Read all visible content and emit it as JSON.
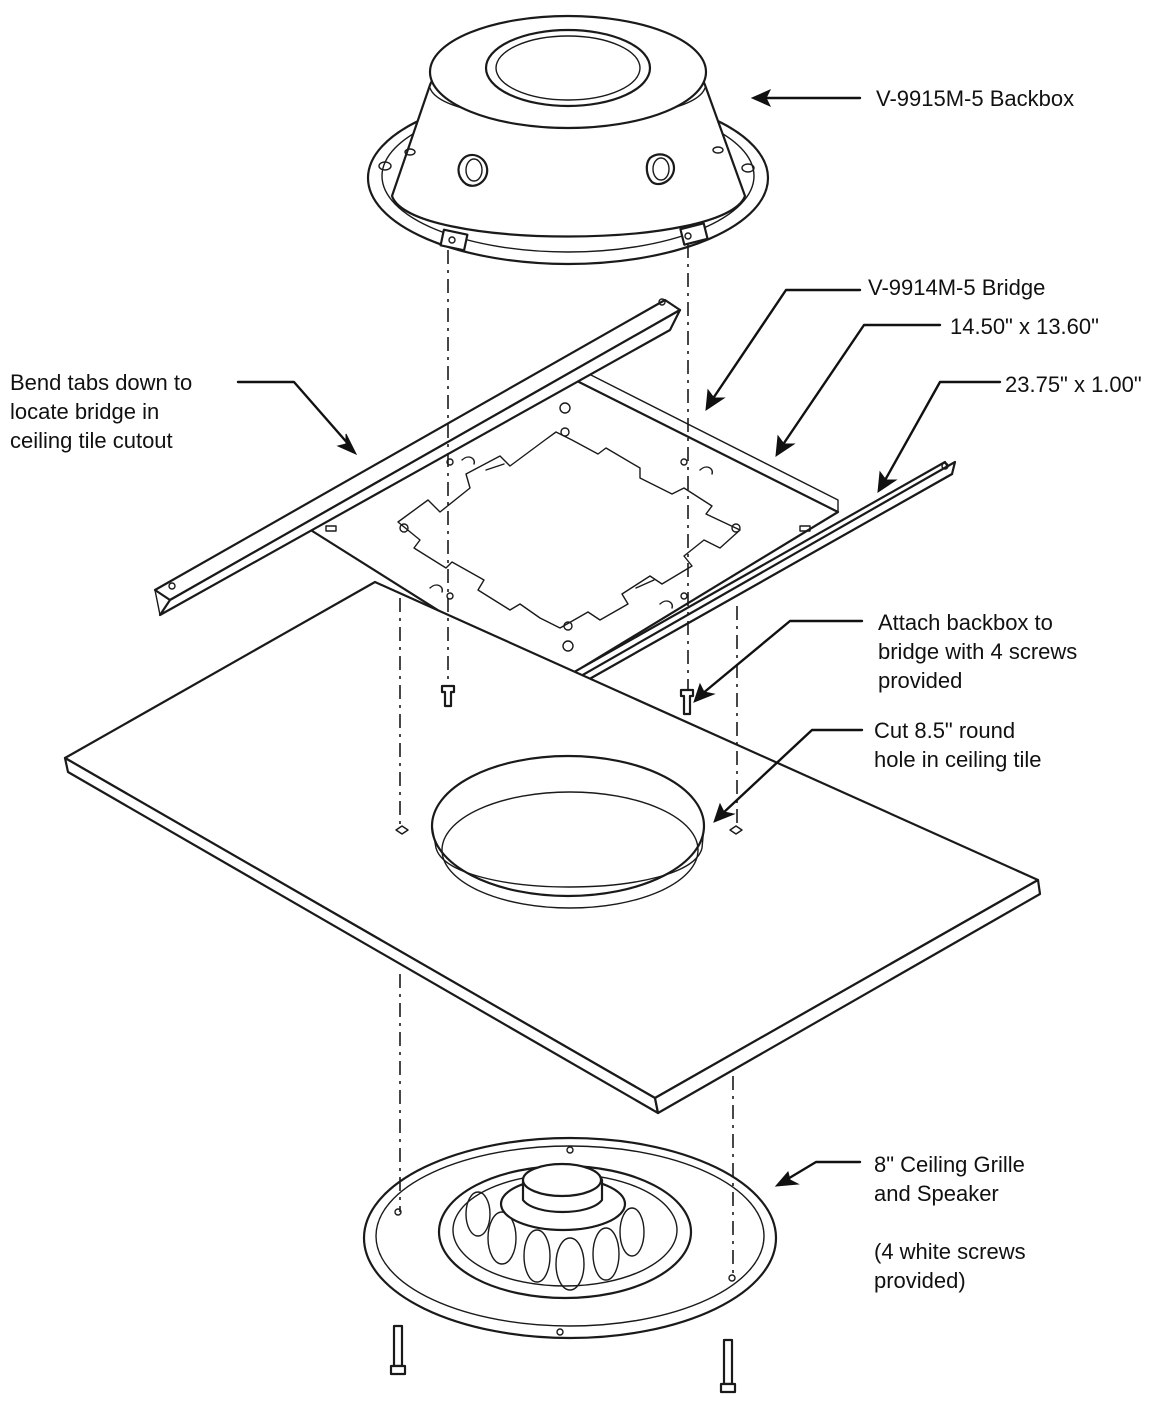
{
  "labels": {
    "backbox": "V-9915M-5 Backbox",
    "bridge": "V-9914M-5 Bridge",
    "bridge_size": "14.50\" x 13.60\"",
    "rail_size": "23.75\" x 1.00\"",
    "bend_tabs": [
      "Bend tabs down to",
      "locate bridge in",
      "ceiling tile cutout"
    ],
    "attach": [
      "Attach backbox to",
      "bridge with 4 screws",
      "provided"
    ],
    "cut_hole": [
      "Cut 8.5\" round",
      "hole in ceiling tile"
    ],
    "grille": [
      "8\" Ceiling Grille",
      "and Speaker"
    ],
    "white_screws": [
      "(4 white screws",
      "provided)"
    ]
  },
  "colors": {
    "ink": "#1a1a1a",
    "background": "#ffffff"
  }
}
